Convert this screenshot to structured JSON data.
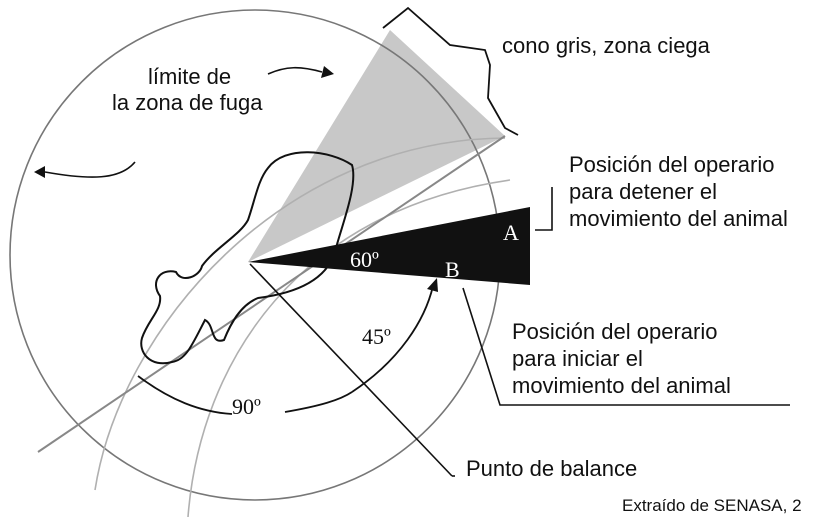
{
  "labels": {
    "cono": "cono gris, zona ciega",
    "limite_1": "límite de",
    "limite_2": "la zona de fuga",
    "detener_1": "Posición del operario",
    "detener_2": "para detener el",
    "detener_3": "movimiento del animal",
    "iniciar_1": "Posición del operario",
    "iniciar_2": "para iniciar el",
    "iniciar_3": "movimiento del animal",
    "balance": "Punto de balance",
    "source": "Extraído de SENASA, 2"
  },
  "angles": {
    "a60": "60º",
    "a45": "45º",
    "a90": "90º"
  },
  "points": {
    "A": "A",
    "B": "B"
  },
  "colors": {
    "blind_cone": "#c8c8c8",
    "sector": "#111111",
    "flight_zone": "#777777",
    "guide_arcs": "#b0b0b0"
  }
}
